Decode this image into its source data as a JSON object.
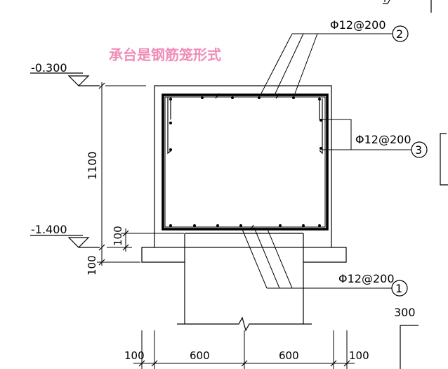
{
  "title": "承台是钢筋笼形式",
  "elevations": {
    "top": "-0.300",
    "bottom": "-1.400"
  },
  "dimensions": {
    "height": "1100",
    "cover_side": "100",
    "cover_bottom": "100",
    "left_edge": "100",
    "left_span": "600",
    "right_span": "600",
    "right_edge": "100",
    "corner_label": "300"
  },
  "callouts": [
    {
      "number": "2",
      "spec": "Φ12@200"
    },
    {
      "number": "3",
      "spec": "Φ12@200"
    },
    {
      "number": "1",
      "spec": "Φ12@200"
    }
  ]
}
